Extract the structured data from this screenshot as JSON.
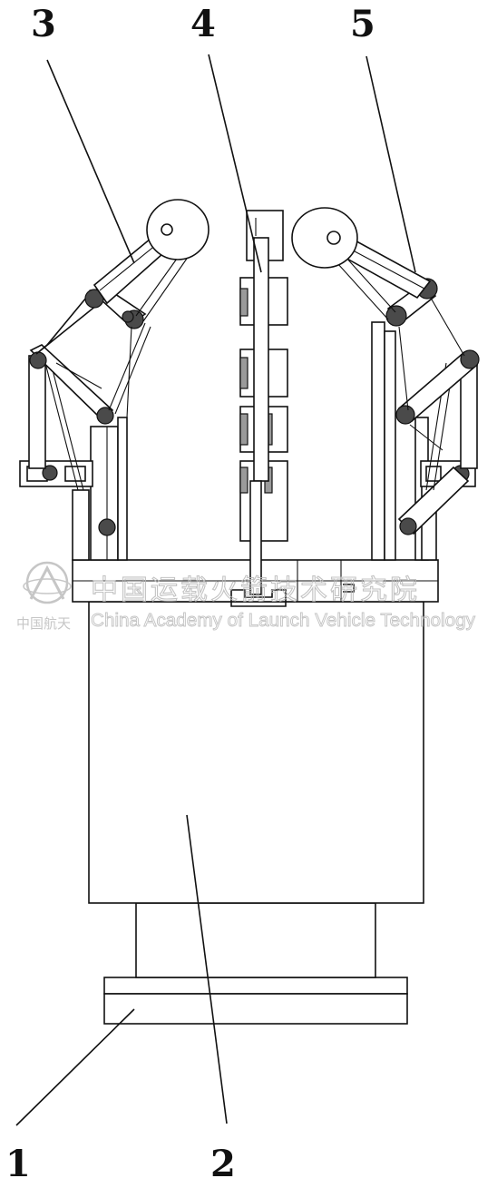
{
  "figure": {
    "callouts": [
      {
        "id": "callout-1",
        "label": "1"
      },
      {
        "id": "callout-2",
        "label": "2"
      },
      {
        "id": "callout-3",
        "label": "3"
      },
      {
        "id": "callout-4",
        "label": "4"
      },
      {
        "id": "callout-5",
        "label": "5"
      }
    ]
  },
  "watermark": {
    "name_cn": "中国运载火箭技术研究院",
    "name_en": "China Academy of Launch Vehicle Technology",
    "logo_caption": "中国航天"
  },
  "colors": {
    "line": "#111111",
    "watermark": "#b9b9b9",
    "background": "#ffffff"
  }
}
